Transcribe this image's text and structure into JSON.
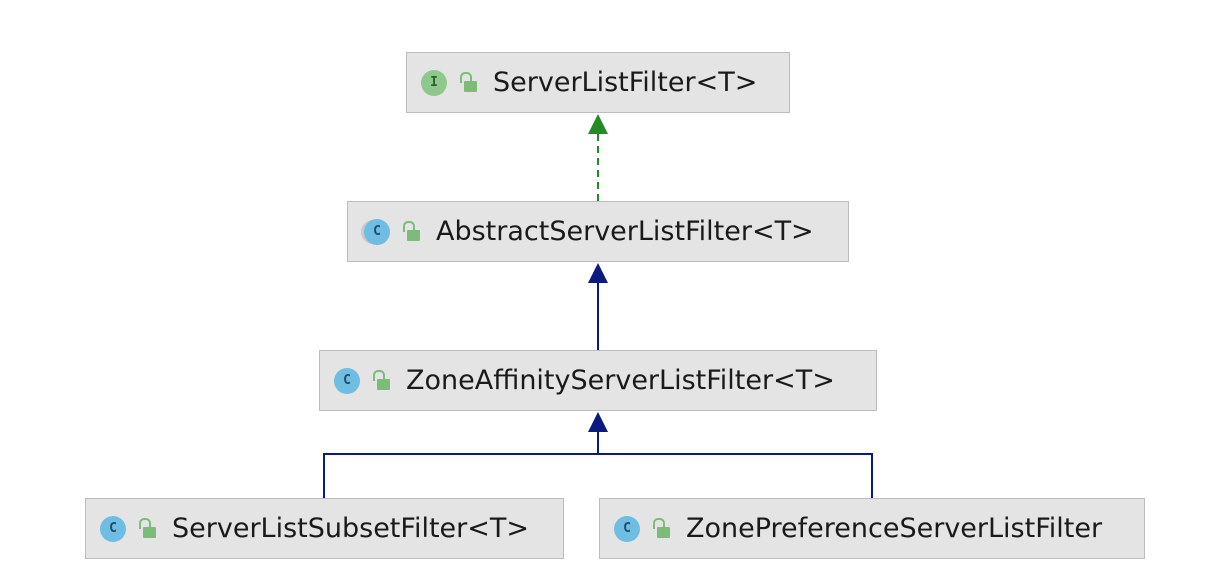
{
  "diagram": {
    "nodes": [
      {
        "id": "n1",
        "name": "ServerListFilter<T>",
        "kind": "interface",
        "badge_letter": "I",
        "badge_icon": "interface-icon",
        "visibility_icon": "public-unlock-icon"
      },
      {
        "id": "n2",
        "name": "AbstractServerListFilter<T>",
        "kind": "abstract-class",
        "badge_letter": "C",
        "badge_icon": "abstract-class-icon",
        "visibility_icon": "public-unlock-icon"
      },
      {
        "id": "n3",
        "name": "ZoneAffinityServerListFilter<T>",
        "kind": "class",
        "badge_letter": "C",
        "badge_icon": "class-icon",
        "visibility_icon": "public-unlock-icon"
      },
      {
        "id": "n4",
        "name": "ServerListSubsetFilter<T>",
        "kind": "class",
        "badge_letter": "C",
        "badge_icon": "class-icon",
        "visibility_icon": "public-unlock-icon"
      },
      {
        "id": "n5",
        "name": "ZonePreferenceServerListFilter",
        "kind": "class",
        "badge_letter": "C",
        "badge_icon": "class-icon",
        "visibility_icon": "public-unlock-icon"
      }
    ],
    "edges": [
      {
        "from": "n2",
        "to": "n1",
        "type": "implements"
      },
      {
        "from": "n3",
        "to": "n2",
        "type": "extends"
      },
      {
        "from": "n4",
        "to": "n3",
        "type": "extends"
      },
      {
        "from": "n5",
        "to": "n3",
        "type": "extends"
      }
    ]
  },
  "colors": {
    "implements_edge": "#228b22",
    "extends_edge": "#0b1a80",
    "node_fill": "#e4e4e4",
    "interface_badge": "#8fc88d",
    "class_badge": "#6fbde2",
    "lock": "#7dbb7a"
  }
}
